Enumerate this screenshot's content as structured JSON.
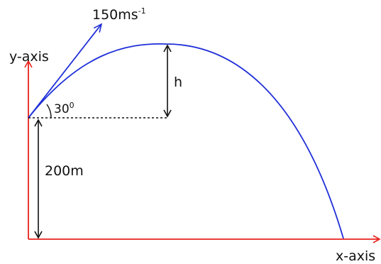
{
  "labels": {
    "y_axis": "y-axis",
    "x_axis": "x-axis",
    "velocity_value": "150ms",
    "velocity_exponent": "-1",
    "angle_value": "30",
    "angle_unit": "0",
    "max_height": "h",
    "launch_height": "200m"
  },
  "colors": {
    "axes": "#e8221b",
    "trajectory": "#1f2fd8",
    "annotation": "#111111"
  }
}
